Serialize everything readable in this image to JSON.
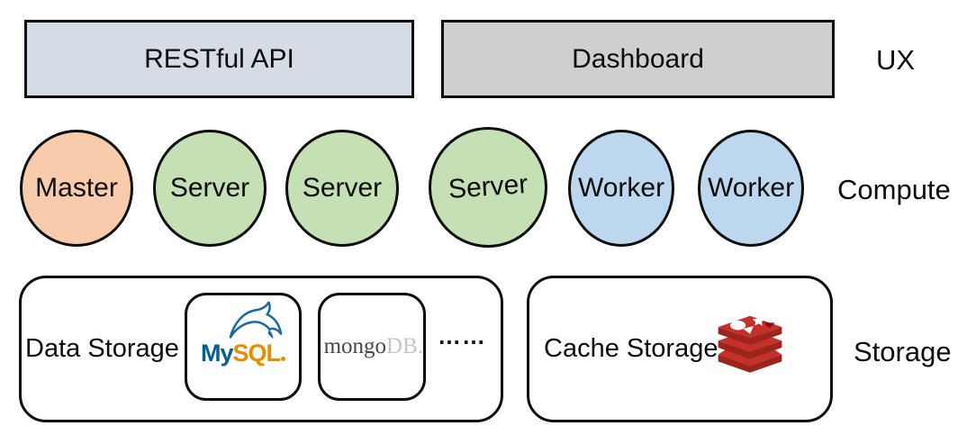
{
  "diagram": {
    "rows": {
      "ux": {
        "row_label": "UX",
        "restful_api_label": "RESTful API",
        "dashboard_label": "Dashboard"
      },
      "compute": {
        "row_label": "Compute",
        "nodes": [
          {
            "label": "Master"
          },
          {
            "label": "Server"
          },
          {
            "label": "Server"
          },
          {
            "label": "Server"
          },
          {
            "label": "Worker"
          },
          {
            "label": "Worker"
          }
        ]
      },
      "storage": {
        "row_label": "Storage",
        "data_storage": {
          "label": "Data Storage",
          "mysql": {
            "name": "MySQL",
            "word_my": "My",
            "word_sql": "SQL"
          },
          "mongodb": {
            "name": "mongoDB",
            "word_mongo": "mongo",
            "word_db": "DB",
            "word_dot": "."
          },
          "more_dots": "……"
        },
        "cache_storage": {
          "label": "Cache Storage",
          "redis": {
            "name": "Redis"
          }
        }
      }
    },
    "colors": {
      "outline": "#0d0d0d",
      "restful_api_fill": "#d6dce5",
      "dashboard_fill": "#d0cece",
      "master_fill": "#f8cbad",
      "server_fill": "#c5e0b4",
      "worker_fill": "#bdd7ee",
      "mysql_blue": "#00618a",
      "mysql_orange": "#e48e00",
      "mongo_leaf_green": "#58a846",
      "mongo_text_dark": "#45474b",
      "mongo_text_light": "#c8c5c2",
      "redis_red": "#c6302b",
      "redis_dark_red": "#9b241c"
    }
  }
}
